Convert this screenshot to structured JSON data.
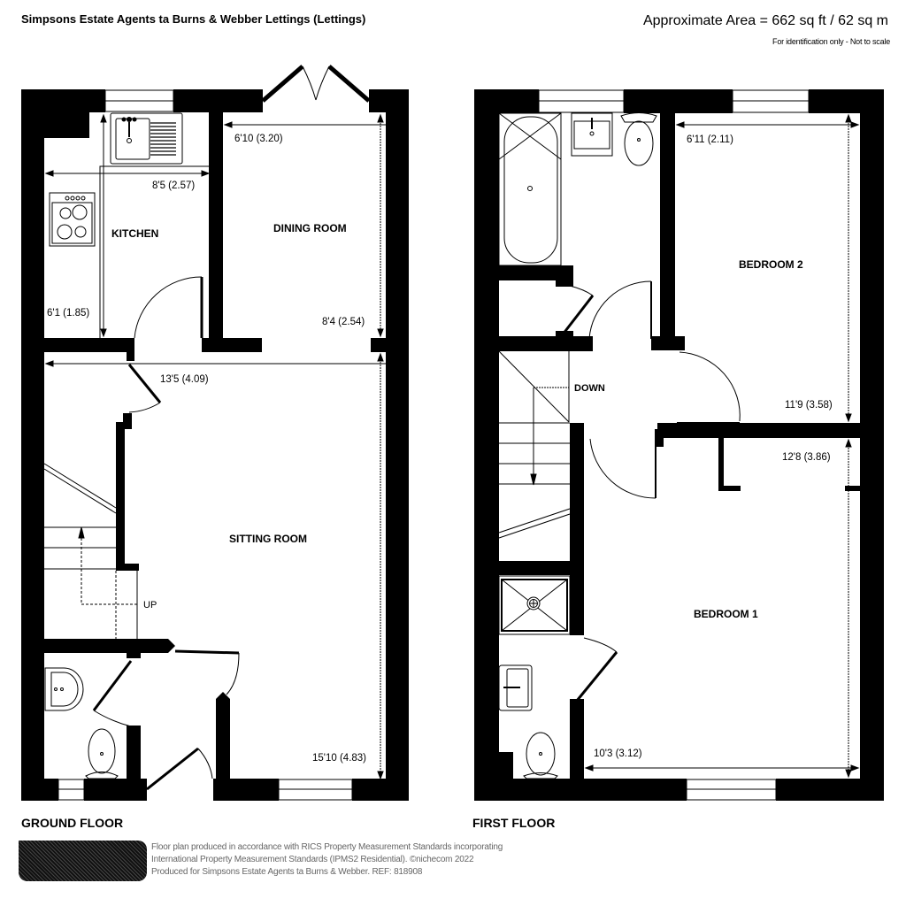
{
  "header": {
    "title": "Simpsons Estate Agents ta Burns & Webber Lettings (Lettings)",
    "area": "Approximate Area = 662 sq ft / 62 sq m",
    "identification": "For identification only - Not to scale"
  },
  "ground_floor": {
    "label": "GROUND FLOOR",
    "rooms": {
      "kitchen": "KITCHEN",
      "dining_room": "DINING ROOM",
      "sitting_room": "SITTING ROOM"
    },
    "stairs_label": "UP",
    "dimensions": {
      "kitchen_width": "8'5 (2.57)",
      "kitchen_depth": "6'1 (1.85)",
      "dining_width": "6'10 (3.20)",
      "dining_depth": "8'4 (2.54)",
      "sitting_width": "13'5 (4.09)",
      "sitting_depth": "15'10 (4.83)"
    }
  },
  "first_floor": {
    "label": "FIRST FLOOR",
    "rooms": {
      "bedroom_2": "BEDROOM 2",
      "bedroom_1": "BEDROOM 1"
    },
    "stairs_label": "DOWN",
    "dimensions": {
      "bedroom2_width": "6'11 (2.11)",
      "bedroom2_depth": "11'9 (3.58)",
      "bedroom1_depth": "12'8 (3.86)",
      "bedroom1_width": "10'3 (3.12)"
    }
  },
  "footer": {
    "line1": "Floor plan produced in accordance with RICS Property Measurement Standards incorporating",
    "line2": "International Property Measurement Standards (IPMS2 Residential). ©nichecom 2022",
    "line3": "Produced for Simpsons Estate Agents ta Burns & Webber. REF: 818908",
    "logo_icon": "nichecom-logo"
  }
}
